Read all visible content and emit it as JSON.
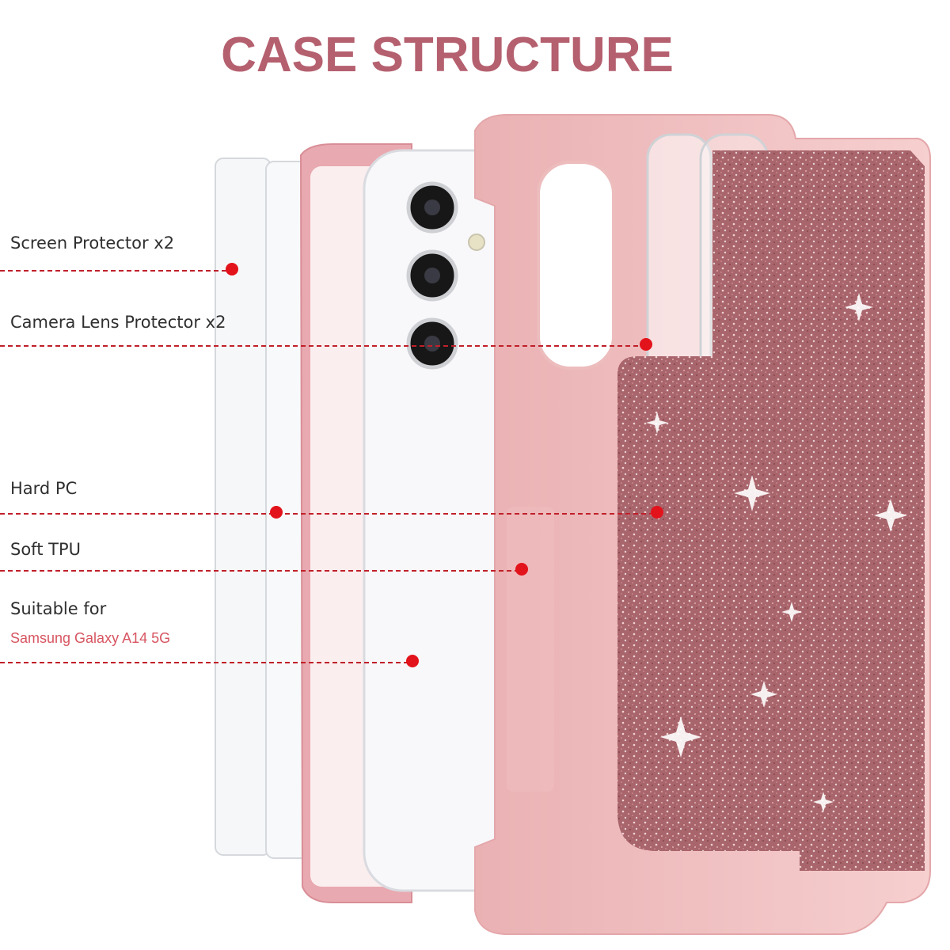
{
  "title": "CASE STRUCTURE",
  "colors": {
    "title": "#b5606f",
    "callout_line": "#c0202a",
    "callout_dot": "#e3131b",
    "case_pink": "#f3c3c3",
    "glitter": "#b4767c",
    "phone_white": "#f7f7f9"
  },
  "callouts": [
    {
      "label": "Screen Protector x2"
    },
    {
      "label": "Camera Lens Protector x2"
    },
    {
      "label": "Hard PC"
    },
    {
      "label": "Soft TPU"
    },
    {
      "label": "Suitable for",
      "sublabel": "Samsung Galaxy A14 5G"
    }
  ]
}
